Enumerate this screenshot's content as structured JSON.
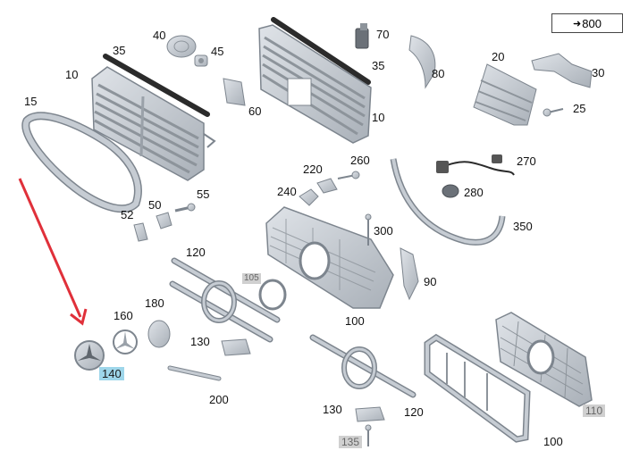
{
  "reference_box": {
    "label": "800",
    "arrow_icon": "arrow-right-icon"
  },
  "callouts": {
    "c10a": "10",
    "c15": "15",
    "c35a": "35",
    "c40": "40",
    "c45": "45",
    "c60": "60",
    "c70": "70",
    "c35b": "35",
    "c10b": "10",
    "c80": "80",
    "c20": "20",
    "c30": "30",
    "c25": "25",
    "c220": "220",
    "c260": "260",
    "c240": "240",
    "c270": "270",
    "c280": "280",
    "c350": "350",
    "c52": "52",
    "c50": "50",
    "c55": "55",
    "c120a": "120",
    "c105": "105",
    "c300": "300",
    "c90": "90",
    "c100a": "100",
    "c160": "160",
    "c180": "180",
    "c140": "140",
    "c130a": "130",
    "c200": "200",
    "c130b": "130",
    "c120b": "120",
    "c135": "135",
    "c110": "110",
    "c100b": "100"
  },
  "colors": {
    "part_fill": "#c6ccd3",
    "part_stroke": "#7d858e",
    "part_dark": "#8d949b",
    "seal": "#2b2b2b",
    "highlight": "#9ed6ea",
    "grey_label": "#d0d0d0",
    "pointer_arrow": "#e0303a"
  }
}
